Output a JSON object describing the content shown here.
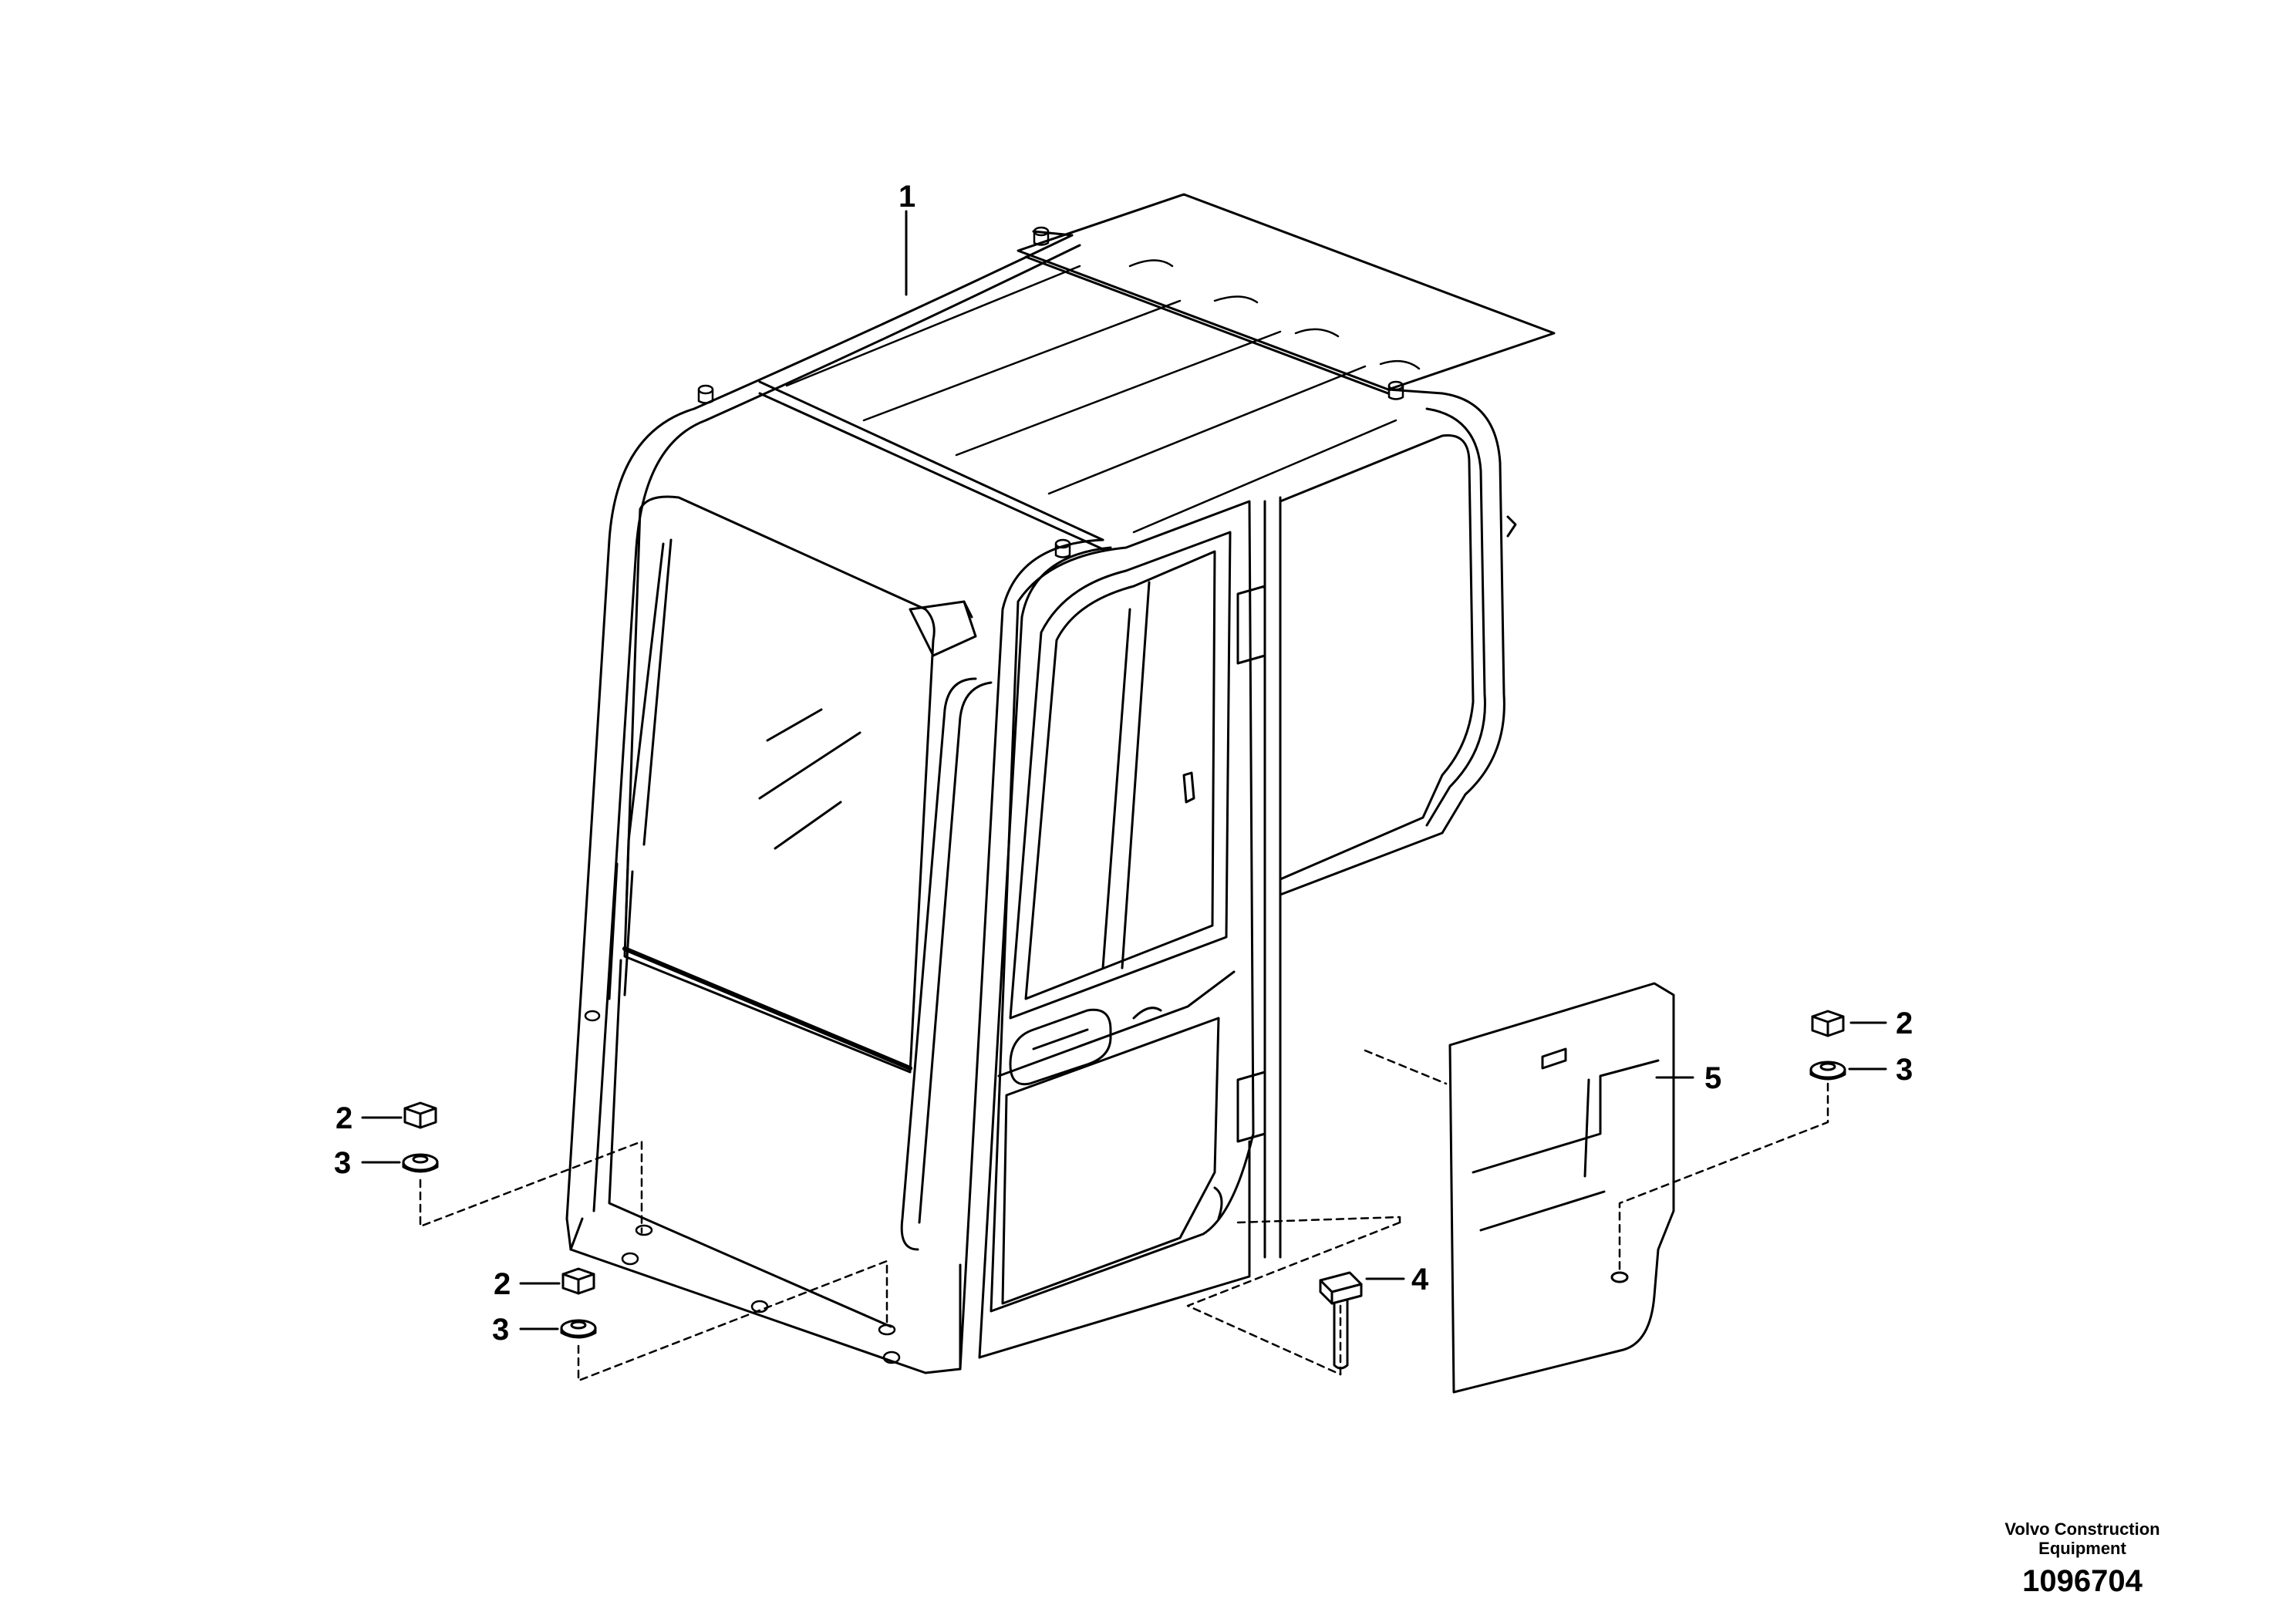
{
  "callouts": {
    "cab": "1",
    "nut_left": "2",
    "washer_left": "3",
    "nut_bottom": "2",
    "washer_bottom": "3",
    "screw": "4",
    "panel": "5",
    "nut_right": "2",
    "washer_right": "3"
  },
  "footer": {
    "brand_line1": "Volvo Construction",
    "brand_line2": "Equipment",
    "drawing_number": "1096704"
  },
  "colors": {
    "line": "#000000",
    "background": "#ffffff"
  }
}
